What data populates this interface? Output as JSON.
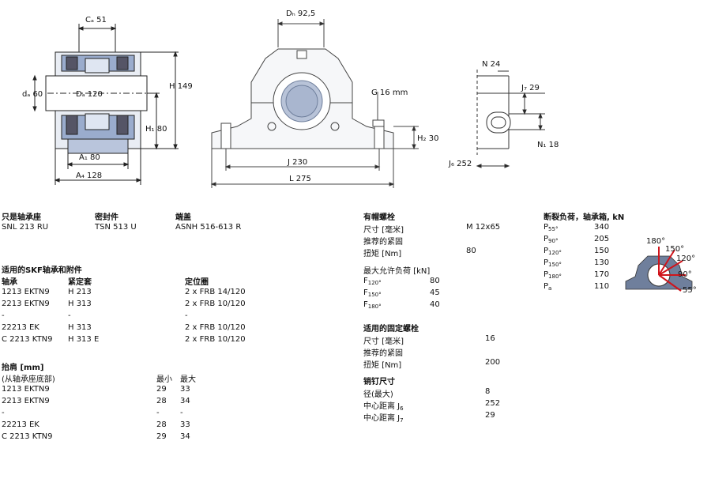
{
  "drawing": {
    "ca": "Cₐ 51",
    "db": "Dₕ 92,5",
    "da": "dₐ 60",
    "Da": "Dₐ 120",
    "H": "H 149",
    "H1": "H₁ 80",
    "A1": "A₁ 80",
    "A4": "A₄ 128",
    "G": "G 16 mm",
    "H2": "H₂ 30",
    "J": "J 230",
    "L": "L 275",
    "N": "N 24",
    "J7": "J₇ 29",
    "N1": "N₁ 18",
    "J6": "J₆ 252",
    "angles": [
      "180°",
      "150°",
      "120°",
      "90°",
      "55°"
    ]
  },
  "housing": {
    "h1": "只是轴承座",
    "v1": "SNL 213 RU",
    "h2": "密封件",
    "v2": "TSN 513 U",
    "h3": "端盖",
    "v3": "ASNH 516-613 R"
  },
  "parts": {
    "title": "适用的SKF轴承和附件",
    "headers": [
      "轴承",
      "紧定套",
      "定位圈"
    ],
    "rows": [
      [
        "1213 EKTN9",
        "H 213",
        "2 x FRB 14/120"
      ],
      [
        "2213 EKTN9",
        "H 313",
        "2 x FRB 10/120"
      ],
      [
        "-",
        "-",
        "-"
      ],
      [
        "22213 EK",
        "H 313",
        "2 x FRB 10/120"
      ],
      [
        "C 2213 KTN9",
        "H 313 E",
        "2 x FRB 10/120"
      ]
    ]
  },
  "abutment": {
    "title": "抬肩 [mm]",
    "subtitle": "(从轴承座底部)",
    "min_label": "最小",
    "max_label": "最大",
    "rows": [
      [
        "1213 EKTN9",
        "29",
        "33"
      ],
      [
        "2213 EKTN9",
        "28",
        "34"
      ],
      [
        "-",
        "-",
        "-"
      ],
      [
        "22213 EK",
        "28",
        "33"
      ],
      [
        "C 2213 KTN9",
        "29",
        "34"
      ]
    ]
  },
  "cap_bolts": {
    "title": "有帽螺栓",
    "size_label": "尺寸 [毫米]",
    "size_value": "M 12x65",
    "torque_title": "推荐的紧固",
    "torque_label": "扭矩 [Nm]",
    "torque_value": "80",
    "load_title": "最大允许负荷 [kN]",
    "loads": [
      {
        "sym": "F",
        "sub": "120°",
        "value": "80"
      },
      {
        "sym": "F",
        "sub": "150°",
        "value": "45"
      },
      {
        "sym": "F",
        "sub": "180°",
        "value": "40"
      }
    ]
  },
  "attach_bolts": {
    "title": "适用的固定螺栓",
    "size_label": "尺寸 [毫米]",
    "size_value": "16",
    "torque_title": "推荐的紧固",
    "torque_label": "扭矩 [Nm]",
    "torque_value": "200"
  },
  "dowel": {
    "title": "销钉尺寸",
    "d_label": "径(最大)",
    "d_value": "8",
    "j6_label": "中心距离 J",
    "j6_sub": "6",
    "j6_value": "252",
    "j7_label": "中心距离 J",
    "j7_sub": "7",
    "j7_value": "29"
  },
  "breaking": {
    "title": "断裂负荷，轴承箱, kN",
    "rows": [
      {
        "sym": "P",
        "sub": "55°",
        "value": "340"
      },
      {
        "sym": "P",
        "sub": "90°",
        "value": "205"
      },
      {
        "sym": "P",
        "sub": "120°",
        "value": "150"
      },
      {
        "sym": "P",
        "sub": "150°",
        "value": "130"
      },
      {
        "sym": "P",
        "sub": "180°",
        "value": "170"
      },
      {
        "sym": "P",
        "sub": "a",
        "value": "110"
      }
    ]
  },
  "colors": {
    "housing_blue": "#9aaccd",
    "line": "#222222",
    "arrow": "#d0141b",
    "cap": "#6f7f9c"
  }
}
